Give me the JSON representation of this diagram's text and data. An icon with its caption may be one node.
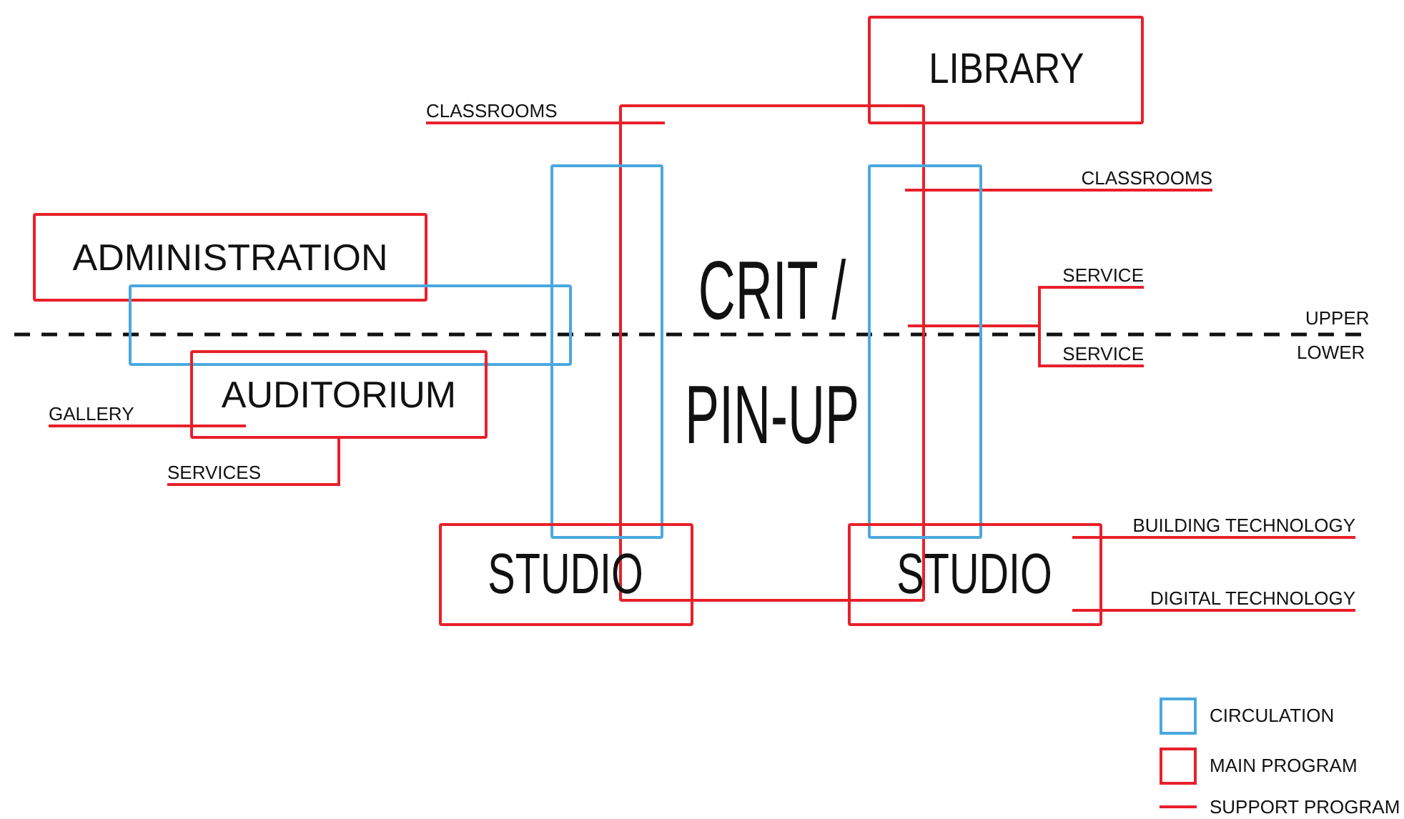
{
  "diagram": {
    "nodes": [
      {
        "text": [
          "LIBRARY"
        ]
      },
      {
        "text": [
          "CLASSROOMS"
        ]
      },
      {
        "text": [
          "CRIT / PIN-UP"
        ]
      },
      {
        "text": [],
        "shape": "box"
      },
      {
        "text": [],
        "shape": "box"
      },
      {
        "text": [
          "CLASSROOMS"
        ]
      },
      {
        "text": [
          "ADMINISTRATION"
        ]
      },
      {
        "text": [],
        "shape": "box"
      },
      {
        "text": [
          "SERVICE"
        ]
      },
      {
        "text": [
          "SERVICE"
        ]
      },
      {
        "text": [
          "AUDITORIUM"
        ]
      },
      {
        "text": [
          "GALLERY"
        ]
      },
      {
        "text": [
          "SERVICES"
        ]
      },
      {
        "text": [
          "BUILDING TECHNOLOGY"
        ]
      },
      {
        "text": [
          "STUDIO"
        ]
      },
      {
        "text": [
          "STUDIO"
        ]
      },
      {
        "text": [
          "DIGITAL TECHNOLOGY"
        ]
      }
    ],
    "edges": [
      {
        "from": 1,
        "to": 2,
        "arrow": "none"
      },
      {
        "from": 5,
        "to": 2,
        "arrow": "none"
      },
      {
        "from": 8,
        "to": 2,
        "arrow": "none"
      },
      {
        "from": 9,
        "to": 2,
        "arrow": "none"
      },
      {
        "from": 11,
        "to": 10,
        "arrow": "none"
      },
      {
        "from": 12,
        "to": 10,
        "arrow": "none"
      },
      {
        "from": 13,
        "to": 15,
        "arrow": "none"
      },
      {
        "from": 16,
        "to": 15,
        "arrow": "none"
      }
    ],
    "labels": [
      "UPPER",
      "LOWER"
    ],
    "legend": [
      {
        "text": "CIRCULATION",
        "color": "#4aa8df"
      },
      {
        "text": "MAIN PROGRAM",
        "color": "#e8202a"
      },
      {
        "text": "SUPPORT PROGRAM",
        "color": "#e8202a"
      }
    ]
  }
}
